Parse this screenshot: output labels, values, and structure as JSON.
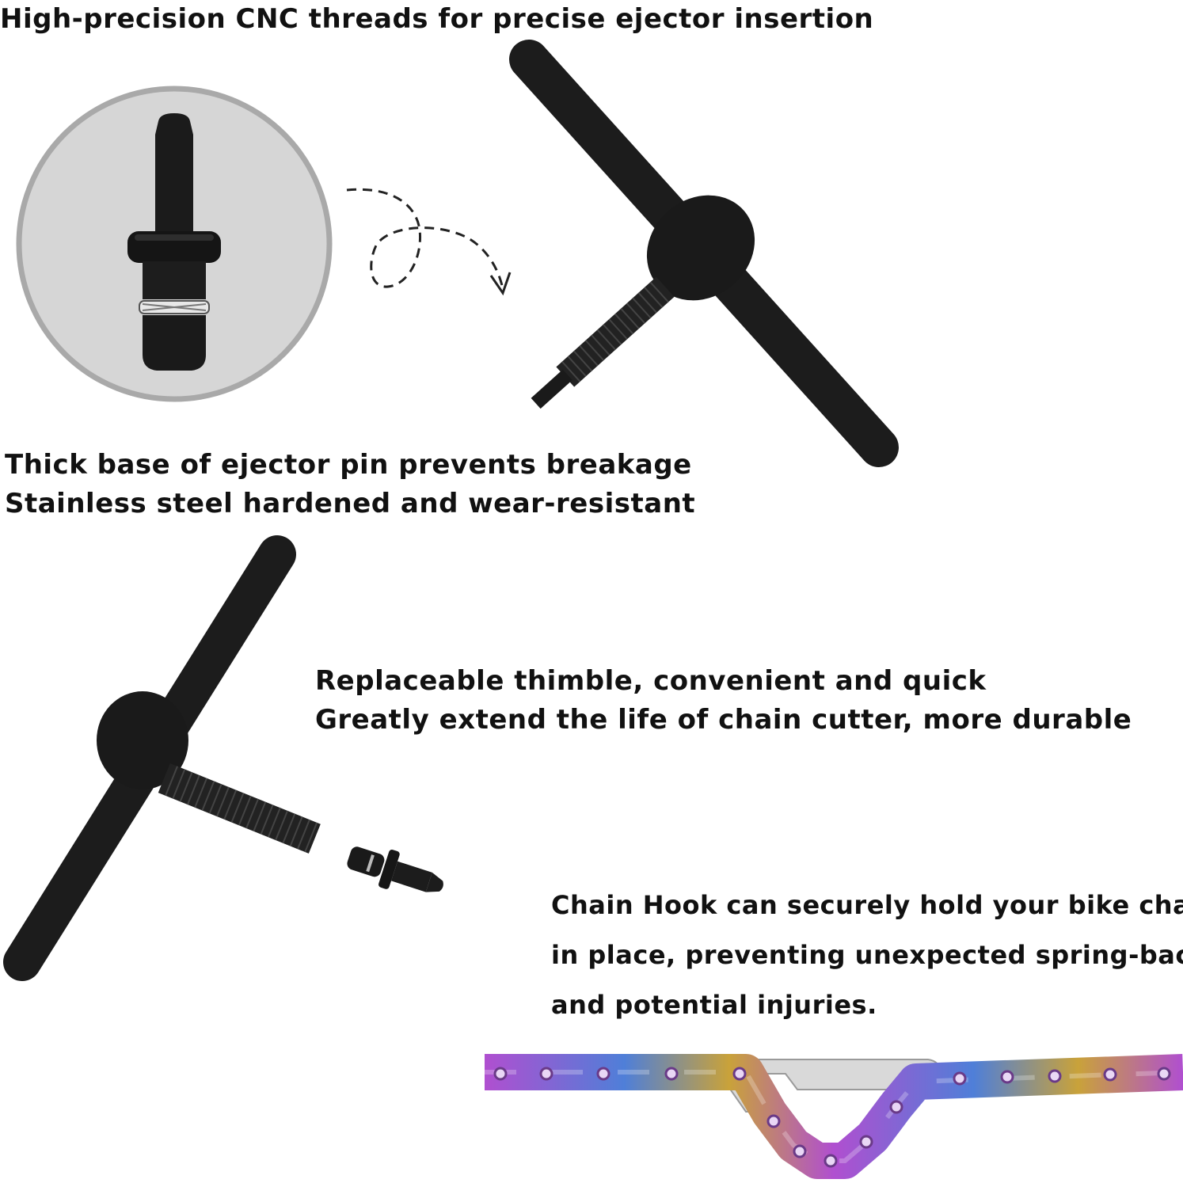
{
  "captions": {
    "threads": "High-precision CNC threads for precise ejector insertion",
    "base_line1": "Thick base of ejector pin prevents breakage",
    "base_line2": "Stainless steel hardened and wear-resistant",
    "thimble_line1": "Replaceable thimble, convenient and quick",
    "thimble_line2": "Greatly extend the life of chain cutter, more durable",
    "hook_line1": "Chain Hook can securely hold your bike chain",
    "hook_line2": "in place, preventing unexpected spring-back",
    "hook_line3": "and potential injuries."
  },
  "colors": {
    "tool_black": "#1c1c1c",
    "circle_fill": "#d6d6d6",
    "circle_ring": "#a9a9a9",
    "hook_silver": "#d9d9d9",
    "chain_purple": "#b04fd0",
    "chain_blue": "#4f7fd8",
    "chain_gold": "#c9a23a"
  },
  "icons": {
    "arrow": "dashed-loop-arrow-icon",
    "pin": "ejector-pin-icon",
    "tool": "t-handle-chain-tool-icon",
    "chain": "bike-chain-icon",
    "hook": "chain-hook-icon"
  }
}
